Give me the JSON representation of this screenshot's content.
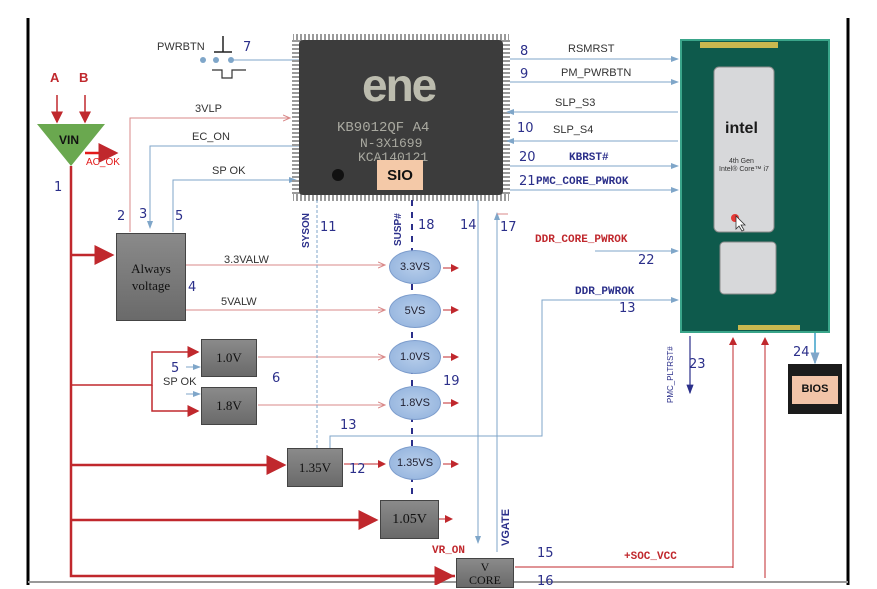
{
  "inputs": {
    "a": "A",
    "b": "B",
    "vin": "VIN",
    "ac_ok": "AC_OK"
  },
  "pwrbtn": {
    "label": "PWRBTN",
    "num": "7"
  },
  "sio": {
    "brand": "ene",
    "part_line1": "KB9012QF  A4",
    "part_line2": "N-3X1699",
    "part_line3": "KCA140121",
    "tag": "SIO"
  },
  "cpu": {
    "brand": "intel",
    "line1": "4th Gen",
    "line2": "Intel® Core™ i7"
  },
  "bios": {
    "label": "BIOS",
    "num": "24"
  },
  "left_signals": {
    "vlp": "3VLP",
    "ec_on": "EC_ON",
    "sp_ok": "SP OK",
    "n1": "1",
    "n2": "2",
    "n3": "3",
    "n5": "5"
  },
  "always": {
    "line1": "Always",
    "line2": "voltage",
    "v33": "3.3VALW",
    "v5": "5VALW",
    "n4": "4"
  },
  "regulators": {
    "r10": "1.0V",
    "r18": "1.8V",
    "r135": "1.35V",
    "r105": "1.05V",
    "sp_ok": "SP OK",
    "n5": "5",
    "n6": "6",
    "n12": "12",
    "n13": "13"
  },
  "switches": {
    "s33": "3.3VS",
    "s5": "5VS",
    "s10": "1.0VS",
    "s18": "1.8VS",
    "s135": "1.35VS",
    "n18": "18",
    "n19": "19"
  },
  "vertical_signals": {
    "syson": "SYSON",
    "n11": "11",
    "susp": "SUSP#",
    "n14": "14",
    "n17": "17",
    "vgate": "VGATE",
    "pltrst": "PMC_PLTRST#",
    "n23": "23"
  },
  "right_signals": [
    {
      "num": "8",
      "label": "RSMRST"
    },
    {
      "num": "9",
      "label": "PM_PWRBTN"
    },
    {
      "num": "",
      "label": "SLP_S3"
    },
    {
      "num": "10",
      "label": "SLP_S4"
    },
    {
      "num": "20",
      "label": "KBRST#"
    },
    {
      "num": "21",
      "label": "PMC_CORE_PWROK"
    }
  ],
  "ddr": {
    "core_pwrok": "DDR_CORE_PWROK",
    "n22": "22",
    "pwrok": "DDR_PWROK",
    "n13": "13"
  },
  "vcore": {
    "line1": "V",
    "line2": "CORE",
    "vr_on": "VR_ON",
    "n15": "15",
    "n16": "16",
    "soc_vcc": "+SOC_VCC"
  },
  "colors": {
    "red": "#c0282d",
    "pink": "#d98888",
    "blue": "#7fa6c9",
    "navy": "#2b2f8a",
    "green": "#6aa84f",
    "pcb": "#0e5a4c"
  }
}
